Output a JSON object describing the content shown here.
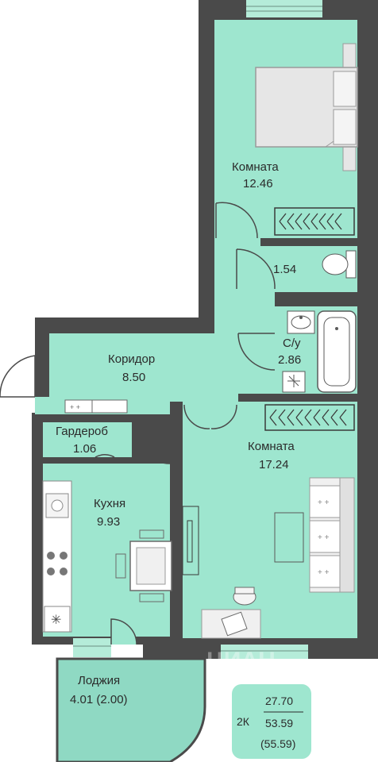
{
  "colors": {
    "wall": "#4a4a4a",
    "floor": "#9ee6cf",
    "balcony": "#8fd9c3",
    "window": "#b5ecd9",
    "furniture": "#e6e6e6",
    "text": "#2b2b2b"
  },
  "rooms": {
    "bedroom": {
      "name": "Комната",
      "area": "12.46"
    },
    "toilet": {
      "area": "1.54"
    },
    "bathroom": {
      "name": "С/у",
      "area": "2.86"
    },
    "corridor": {
      "name": "Коридор",
      "area": "8.50"
    },
    "wardrobe": {
      "name": "Гардероб",
      "area": "1.06"
    },
    "living": {
      "name": "Комната",
      "area": "17.24"
    },
    "kitchen": {
      "name": "Кухня",
      "area": "9.93"
    },
    "loggia": {
      "name": "Лоджия",
      "area": "4.01 (2.00)"
    }
  },
  "summary": {
    "type": "2К",
    "living_area": "27.70",
    "total_area": "53.59",
    "total_with_loggia": "(55.59)"
  },
  "watermark": "ЦИАН"
}
